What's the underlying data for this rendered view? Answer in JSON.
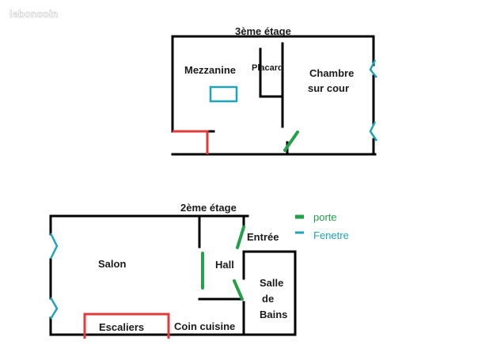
{
  "watermark": "leboncoin",
  "floor3": {
    "title": "3ème étage",
    "rooms": {
      "mezzanine": "Mezzanine",
      "placard": "Placard",
      "chambre_line1": "Chambre",
      "chambre_line2": "sur cour"
    }
  },
  "floor2": {
    "title": "2ème étage",
    "rooms": {
      "salon": "Salon",
      "hall": "Hall",
      "entree": "Entrée",
      "salle_line1": "Salle",
      "salle_line2": "de",
      "salle_line3": "Bains",
      "escaliers": "Escaliers",
      "coin_cuisine": "Coin cuisine"
    }
  },
  "legend": {
    "porte": "porte",
    "fenetre": "Fenetre"
  },
  "colors": {
    "wall": "#000000",
    "door": "#22a14a",
    "window": "#1ea3b8",
    "stairs": "#e03a3a"
  }
}
